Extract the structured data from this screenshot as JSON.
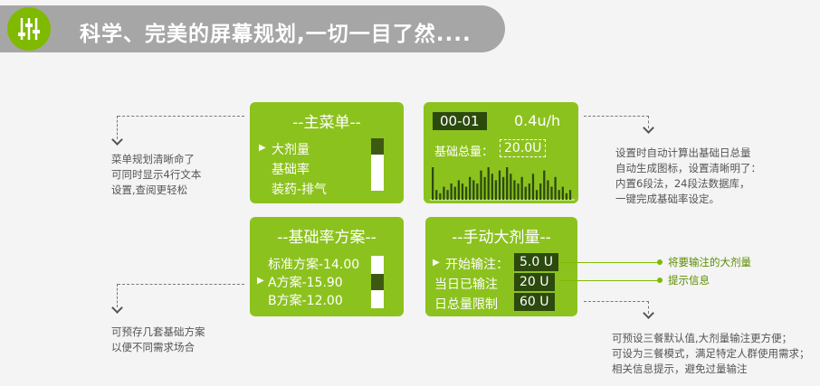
{
  "header": {
    "title": "科学、完美的屏幕规划,一切一目了然...."
  },
  "main_menu": {
    "title": "--主菜单--",
    "items": [
      "大剂量",
      "基础率",
      "装药-排气"
    ]
  },
  "basal_screen": {
    "time": "00-01",
    "rate": "0.4u/h",
    "total_label": "基础总量：",
    "total_value": "20.0U",
    "chart_data": {
      "type": "bar",
      "values": [
        10,
        3,
        2,
        4,
        3,
        5,
        4,
        6,
        5,
        4,
        7,
        6,
        5,
        9,
        7,
        10,
        8,
        6,
        9,
        7,
        10,
        8,
        6,
        5,
        7,
        4,
        5,
        8,
        3,
        5,
        9,
        6,
        4,
        7,
        3,
        4,
        2,
        3
      ]
    }
  },
  "basal_plans": {
    "title": "--基础率方案--",
    "items": [
      "标准方案-14.00",
      "A方案-15.90",
      "B方案-12.00"
    ]
  },
  "manual_bolus": {
    "title": "--手动大剂量--",
    "rows": [
      {
        "label": "开始输注：",
        "value": "5.0  U"
      },
      {
        "label": "当日已输注",
        "value": "20  U"
      },
      {
        "label": "日总量限制",
        "value": "60  U"
      }
    ]
  },
  "notes": {
    "menu": [
      "菜单规划清晰命了",
      "可同时显示4行文本",
      "设置,查阅更轻松"
    ],
    "basal": [
      "设置时自动计算出基础日总量",
      "自动生成图标，设置清晰明了：",
      "内置6段法，24段法数据库，",
      "一键完成基础率设定。"
    ],
    "plans": [
      "可预存几套基础方案",
      "以便不同需求场合"
    ],
    "bolus": [
      "可预设三餐默认值,大剂量输注更方便；",
      "可设为三餐模式，满足特定人群使用需求；",
      "相关信息提示，避免过量输注"
    ],
    "label_bolus": "将要输注的大剂量",
    "label_info": "提示信息"
  },
  "colors": {
    "panel": "#8cc21e",
    "dark": "#2c4a0e",
    "banner": "#a6a6a6",
    "accent": "#7fba00"
  }
}
